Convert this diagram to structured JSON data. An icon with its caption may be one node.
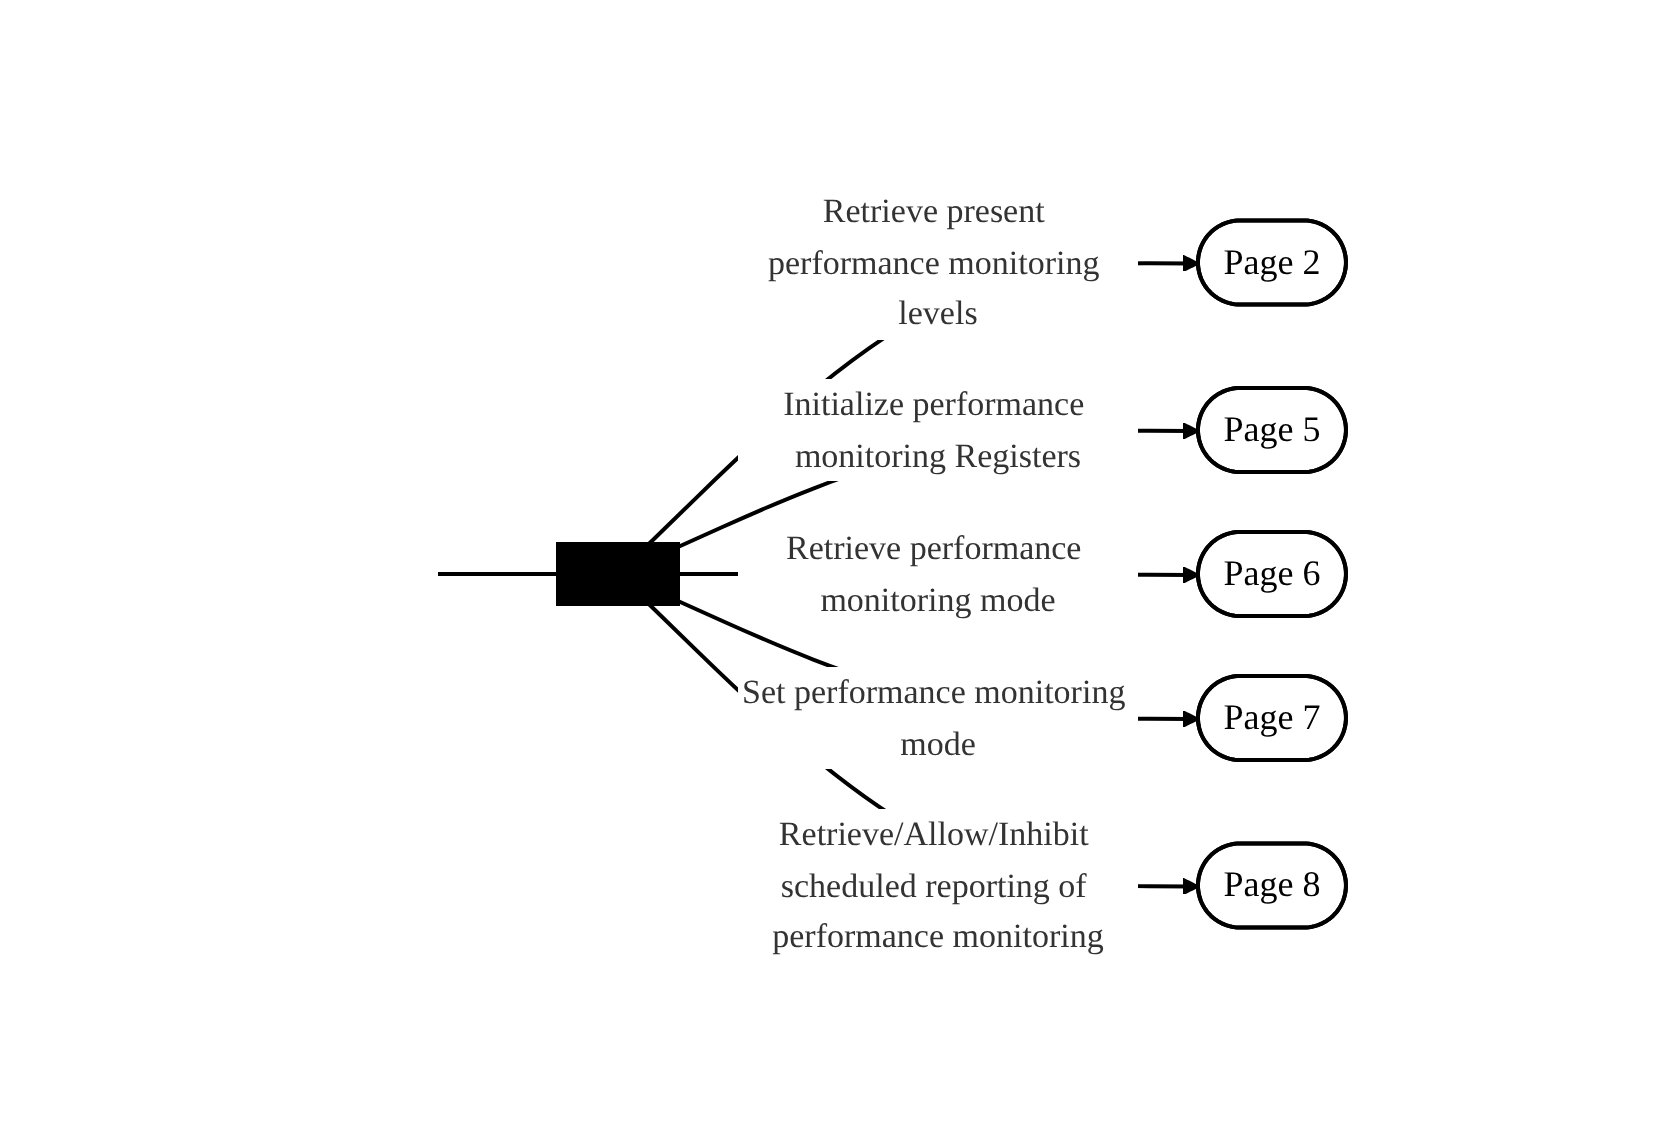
{
  "diagram": {
    "nodes": [
      {
        "text": [],
        "shape": "bar"
      },
      {
        "text": [
          "Page 2"
        ]
      },
      {
        "text": [
          "Page 5"
        ]
      },
      {
        "text": [
          "Page 6"
        ]
      },
      {
        "text": [
          "Page 7"
        ]
      },
      {
        "text": [
          "Page 8"
        ]
      }
    ],
    "edges": [
      {
        "from": null,
        "to": 0,
        "arrow": "none"
      },
      {
        "from": 0,
        "to": 1,
        "arrow": "to",
        "label": "Retrieve present performance monitoring levels"
      },
      {
        "from": 0,
        "to": 2,
        "arrow": "to",
        "label": "Initialize performance monitoring Registers"
      },
      {
        "from": 0,
        "to": 3,
        "arrow": "to",
        "label": "Retrieve performance monitoring mode"
      },
      {
        "from": 0,
        "to": 4,
        "arrow": "to",
        "label": "Set performance monitoring mode"
      },
      {
        "from": 0,
        "to": 5,
        "arrow": "to",
        "label": "Retrieve/Allow/Inhibit scheduled reporting of performance monitoring"
      }
    ]
  }
}
